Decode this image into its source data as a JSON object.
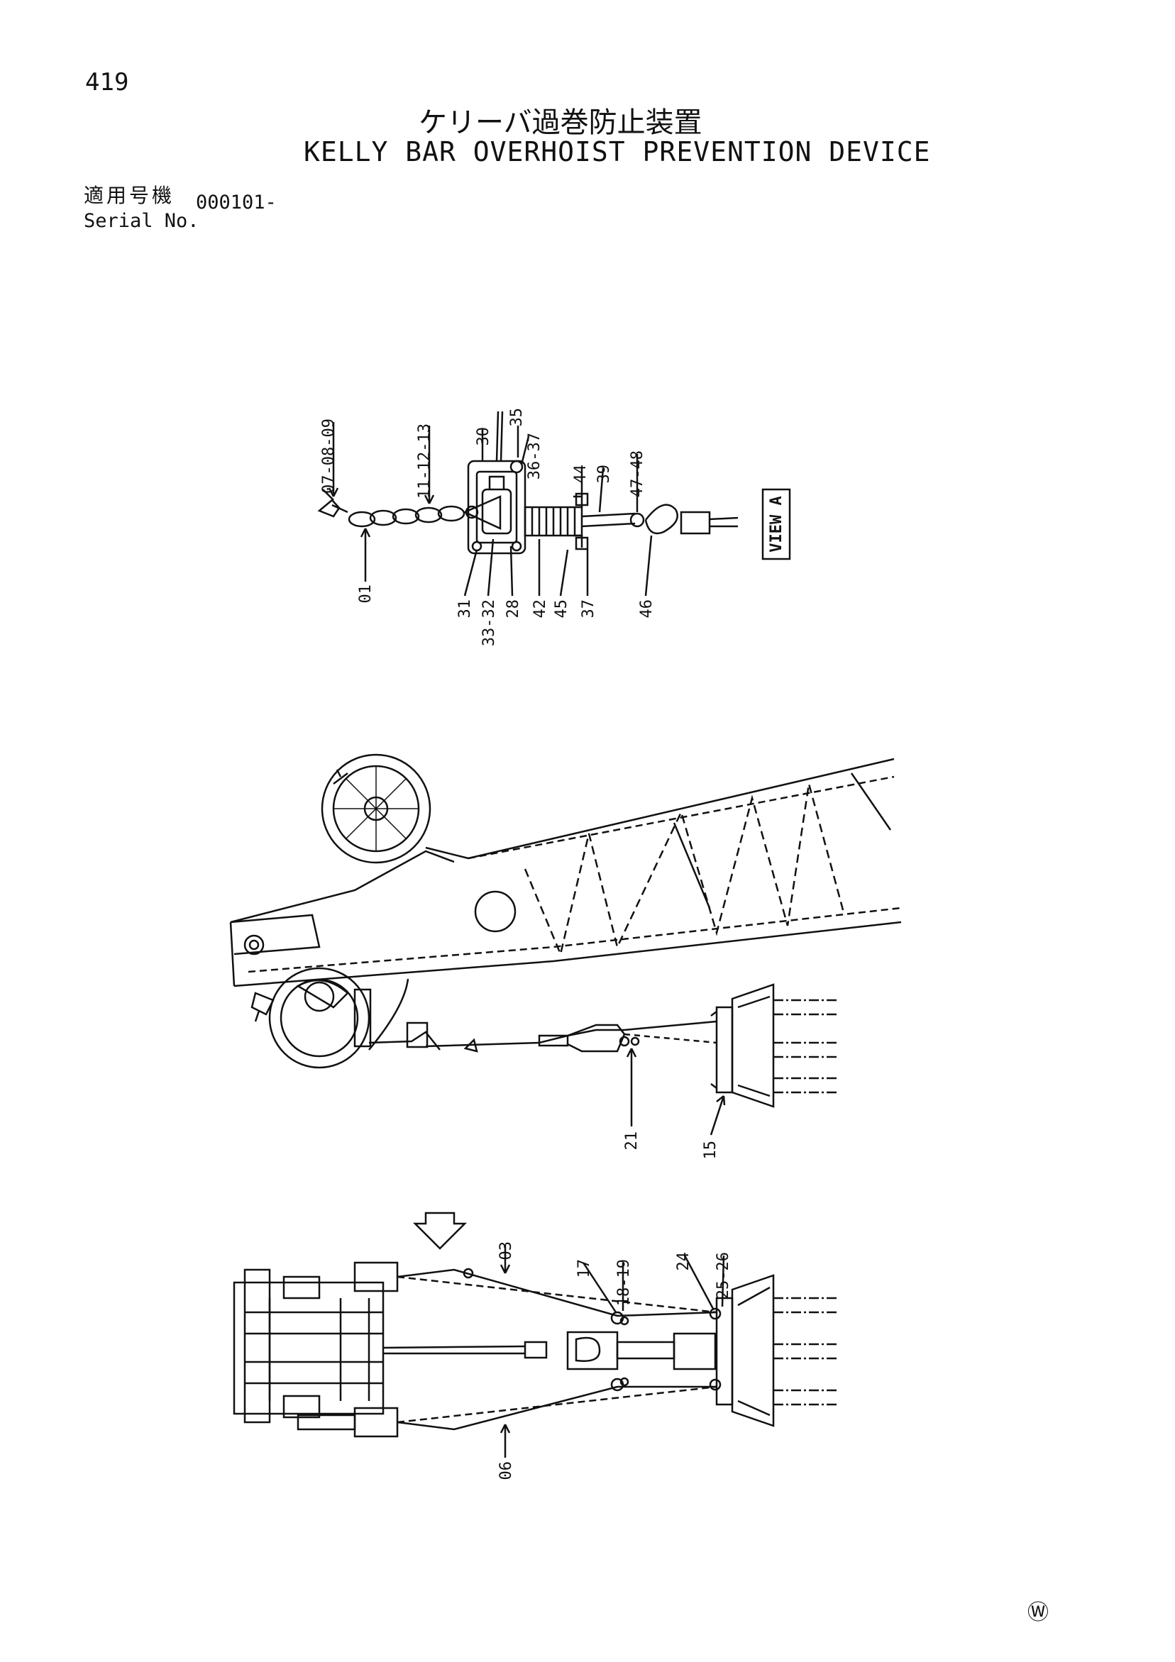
{
  "header": {
    "page_number": "419",
    "title_ja": "ケリーバ過巻防止装置",
    "title_en": "KELLY BAR OVERHOIST PREVENTION DEVICE",
    "serial_label_ja": "適用号機",
    "serial_label_en": "Serial No.",
    "serial_value": "000101-"
  },
  "view_a_label": "VIEW A",
  "view_a_callouts": [
    "07-08-09",
    "11-12-13",
    "30",
    "35",
    "36-37",
    "44",
    "39",
    "47-48",
    "01",
    "31",
    "33-32",
    "28",
    "42",
    "45",
    "37",
    "46"
  ],
  "side_view_callouts": [
    "21",
    "15"
  ],
  "plan_view_callouts": [
    "03",
    "17",
    "18-19",
    "24",
    "25-26",
    "06"
  ],
  "footer_mark": "Ⓦ"
}
